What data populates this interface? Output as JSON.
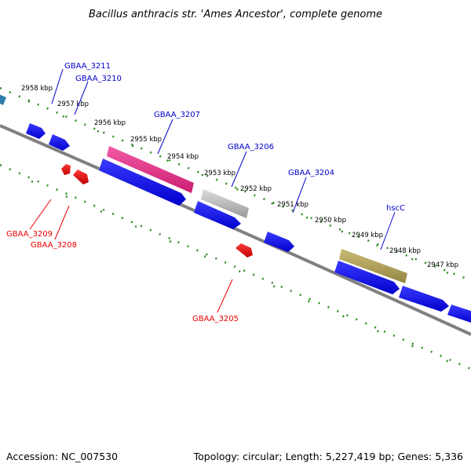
{
  "title": "Bacillus anthracis str. 'Ames Ancestor', complete genome",
  "footer": {
    "accession": "Accession: NC_007530",
    "summary": "Topology: circular; Length: 5,227,419 bp; Genes: 5,336"
  },
  "colors": {
    "forward_label": "#0000cc",
    "reverse_label": "#ee0000",
    "forward_gene": "#0000ee",
    "reverse_gene": "#ee0000",
    "backbone": "#808080",
    "tick": "#2e8b22",
    "pink_feature": "#e8308a",
    "gray_feature": "#bbbbbb",
    "olive_feature": "#b4a55a",
    "teal_feature": "#2e7fae"
  },
  "kbp_labels": [
    "2958 kbp",
    "2957 kbp",
    "2956 kbp",
    "2955 kbp",
    "2954 kbp",
    "2953 kbp",
    "2952 kbp",
    "2951 kbp",
    "2950 kbp",
    "2949 kbp",
    "2948 kbp",
    "2947 kbp"
  ],
  "gene_labels": {
    "forward": [
      "GBAA_3211",
      "GBAA_3210",
      "GBAA_3207",
      "GBAA_3206",
      "GBAA_3204",
      "hscC"
    ],
    "reverse": [
      "GBAA_3209",
      "GBAA_3208",
      "GBAA_3205"
    ]
  }
}
